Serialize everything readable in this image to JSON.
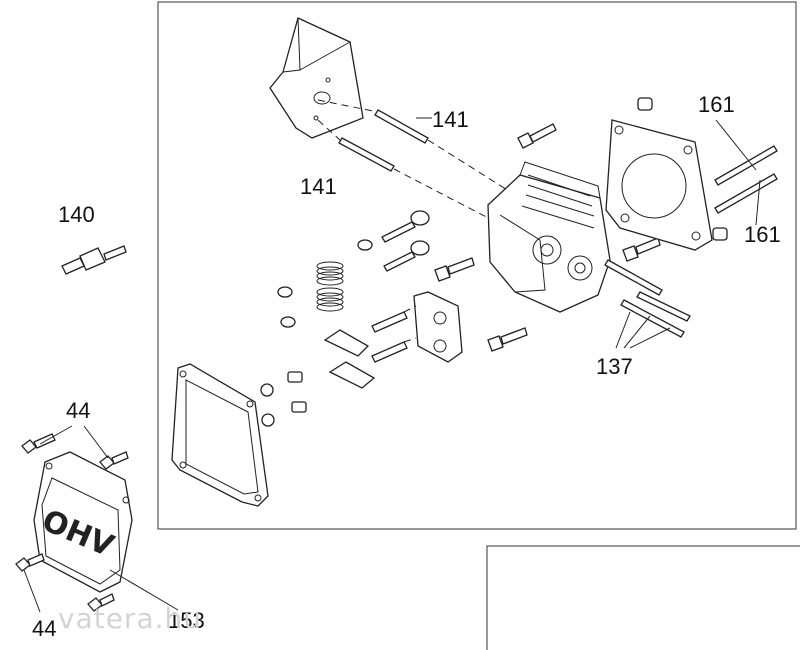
{
  "callouts": {
    "spark_plug": "140",
    "stud_upper": "141",
    "stud_lower": "141",
    "dowel_pin_upper": "161",
    "dowel_pin_lower": "161",
    "head_studs": "137",
    "bolt_upper": "44",
    "bolt_lower": "44",
    "cover": "153"
  },
  "cover_logo": "OHV",
  "watermark": "vatera.hu"
}
